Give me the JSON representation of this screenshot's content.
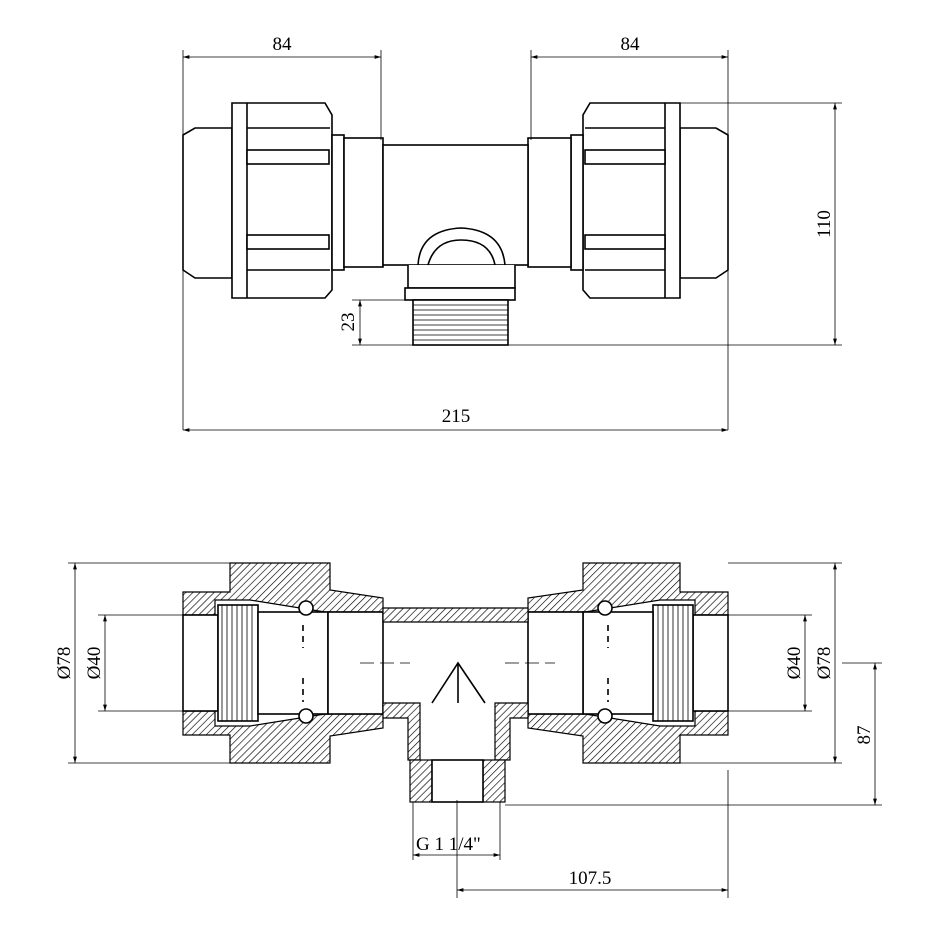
{
  "top_view": {
    "dims": {
      "left_length": "84",
      "right_length": "84",
      "height": "110",
      "thread_length": "23",
      "total_length": "215"
    }
  },
  "section_view": {
    "dims": {
      "left_outer_diameter": "Ø78",
      "left_inner_diameter": "Ø40",
      "right_inner_diameter": "Ø40",
      "right_outer_diameter": "Ø78",
      "branch_height": "87",
      "thread_size": "G 1 1/4\"",
      "half_length": "107.5"
    }
  }
}
